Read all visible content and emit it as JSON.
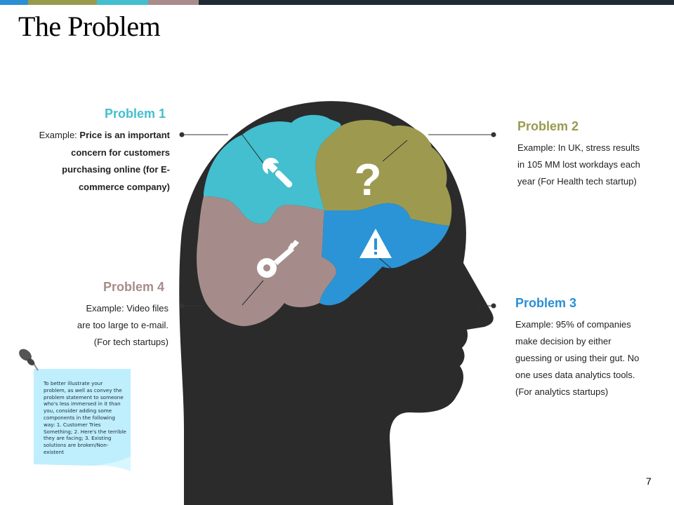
{
  "slide": {
    "title": "The Problem",
    "page_number": "7",
    "accent_colors": [
      "#2a8fd4",
      "#9a9a4f",
      "#43bfcf",
      "#a88c8a",
      "#1f2a36"
    ]
  },
  "problems": [
    {
      "heading": "Problem 1",
      "color": "#43bfcf",
      "prefix": "Example: ",
      "body": "Price is an important\nconcern for customers\npurchasing online (for E-\ncommerce company)",
      "icon": "wrench-icon"
    },
    {
      "heading": "Problem 2",
      "color": "#9a9a4f",
      "body": "Example: In UK, stress results\nin 105 MM lost workdays each\nyear (For Health tech startup)",
      "icon": "question-mark-icon"
    },
    {
      "heading": "Problem 3",
      "color": "#2a8fd4",
      "body": "Example: 95% of companies\nmake decision by either\nguessing or using their gut. No\none uses data analytics tools.\n(For analytics startups)",
      "icon": "warning-icon"
    },
    {
      "heading": "Problem 4",
      "color": "#a88c8a",
      "body": "Example: Video files\nare too large to e-mail.\n(For tech startups)",
      "icon": "key-icon"
    }
  ],
  "note": {
    "text": "To better illustrate your problem, as well as convey the problem statement to someone who's less immersed in it than you, consider adding some components in the following way: 1. Customer Tries Something; 2. Here's the terrible they are facing; 3. Existing solutions are broken/Non-existent"
  }
}
